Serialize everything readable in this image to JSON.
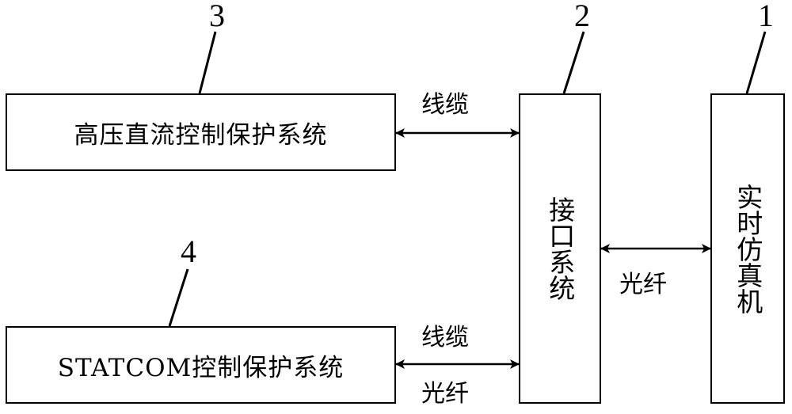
{
  "boxes": {
    "hvdc": "高压直流控制保护系统",
    "statcom": "STATCOM控制保护系统",
    "interface": "接口系统",
    "simulator": "实时仿真机"
  },
  "links": {
    "cable_top": "线缆",
    "cable_bottom": "线缆",
    "fiber_bottom": "光纤",
    "fiber_right": "光纤"
  },
  "callouts": {
    "n1": "1",
    "n2": "2",
    "n3": "3",
    "n4": "4"
  },
  "colors": {
    "stroke": "#000000",
    "background": "#ffffff"
  }
}
